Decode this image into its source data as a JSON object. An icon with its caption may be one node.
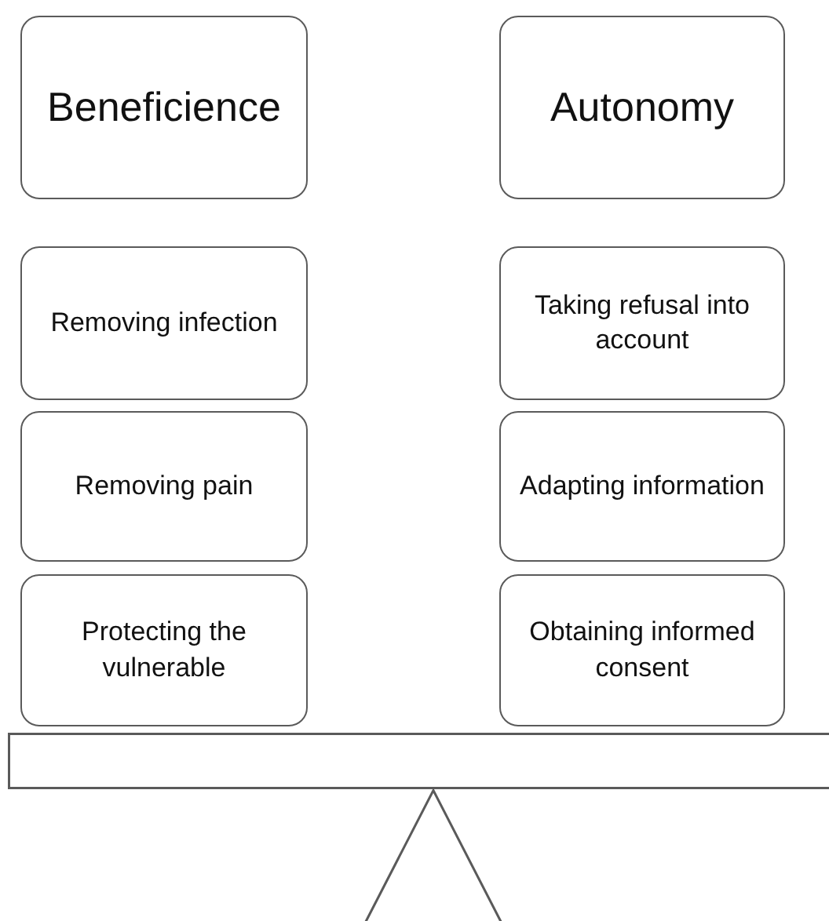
{
  "diagram": {
    "nodes": [
      {
        "text": [
          "Beneficience"
        ]
      },
      {
        "text": [
          "Autonomy"
        ]
      },
      {
        "text": [
          "Removing infection"
        ]
      },
      {
        "text": [
          "Taking refusal into account"
        ]
      },
      {
        "text": [
          "Removing pain"
        ]
      },
      {
        "text": [
          "Adapting information"
        ]
      },
      {
        "text": [
          "Protecting the vulnerable"
        ]
      },
      {
        "text": [
          "Obtaining informed consent"
        ]
      },
      {
        "text": [],
        "shape": "bar"
      },
      {
        "text": [],
        "shape": "triangle"
      }
    ],
    "edges": []
  }
}
